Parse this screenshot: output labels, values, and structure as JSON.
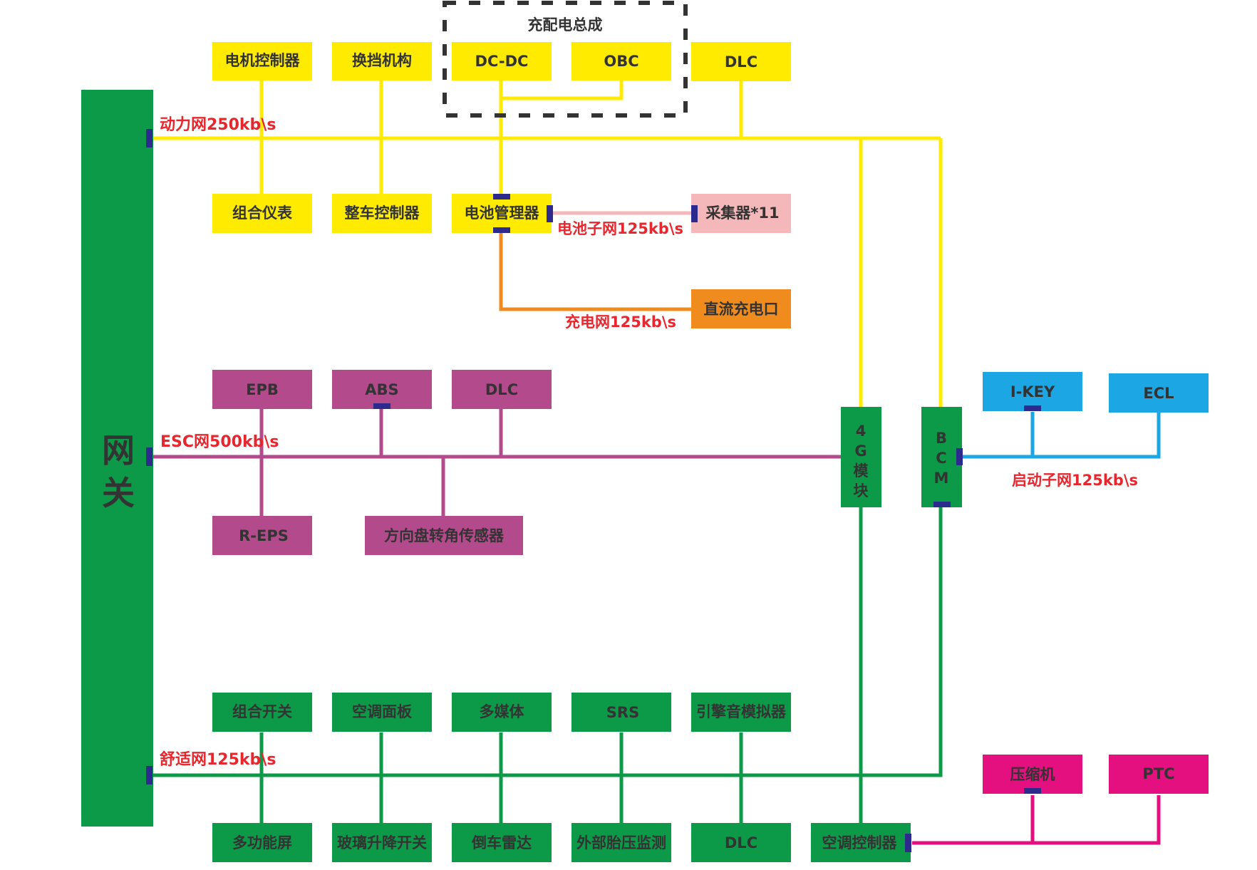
{
  "colors": {
    "power": "#ffeb00",
    "esc": "#b24a8c",
    "comfort": "#0d9a48",
    "charge": "#f08c1e",
    "battery_sub": "#f4b8bb",
    "start_sub": "#1ca6e4",
    "ac": "#e4107f",
    "port": "#2c2a8c",
    "bus_label": "#e8262d",
    "dark_text": "#333333"
  },
  "gateway": {
    "label": "网关"
  },
  "charging_assembly": {
    "title": "充配电总成"
  },
  "buses": {
    "power": "动力网250kb\\s",
    "esc": "ESC网500kb\\s",
    "comfort": "舒适网125kb\\s",
    "battery_sub": "电池子网125kb\\s",
    "charge": "充电网125kb\\s",
    "start_sub": "启动子网125kb\\s"
  },
  "nodes": {
    "motor_ctrl": "电机控制器",
    "shift": "换挡机构",
    "dcdc": "DC-DC",
    "obc": "OBC",
    "dlc_power": "DLC",
    "cluster": "组合仪表",
    "vcu": "整车控制器",
    "bms": "电池管理器",
    "collector": "采集器*11",
    "dc_port": "直流充电口",
    "epb": "EPB",
    "abs": "ABS",
    "dlc_esc": "DLC",
    "reps": "R-EPS",
    "steering": "方向盘转角传感器",
    "tbox": "4G模块",
    "bcm": "BCM",
    "ikey": "I-KEY",
    "ecl": "ECL",
    "combo_switch": "组合开关",
    "ac_panel": "空调面板",
    "multimedia": "多媒体",
    "srs": "SRS",
    "engine_sound": "引擎音模拟器",
    "mfd": "多功能屏",
    "window_switch": "玻璃升降开关",
    "radar": "倒车雷达",
    "tpms": "外部胎压监测",
    "dlc_comfort": "DLC",
    "ac_ctrl": "空调控制器",
    "compressor": "压缩机",
    "ptc": "PTC"
  }
}
